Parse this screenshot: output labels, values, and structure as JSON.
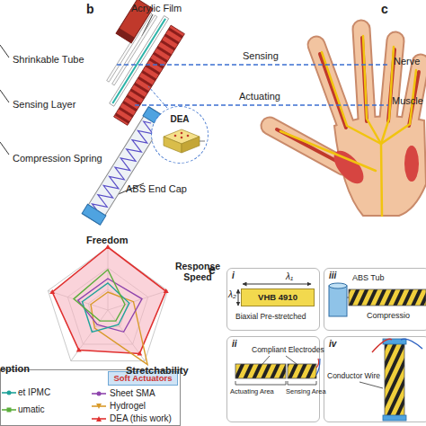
{
  "diagram": {
    "nodes": [
      {
        "text": [
          "DEA"
        ]
      },
      {
        "text": [
          "Soft Actuators"
        ]
      },
      {
        "text": [
          "i"
        ]
      },
      {
        "text": [
          "VHB 4910"
        ],
        "in": 2
      },
      {
        "text": [
          "ii"
        ]
      },
      {
        "text": [
          "iii"
        ]
      },
      {
        "text": [
          "iv"
        ]
      }
    ],
    "labels": [
      "b",
      "Acrylic Film",
      "Shrinkable Tube",
      "Sensing Layer",
      "Compression Spring",
      "ABS End Cap",
      "c",
      "Sensing",
      "Actuating",
      "Nerve",
      "Muscle",
      "Freedom",
      "Response Speed",
      "Stretchability",
      "eption",
      "e",
      "λ₁",
      "λ₂",
      "Biaxial Pre-stretched",
      "Compliant Electrodes",
      "Actuating Area",
      "Sensing Area",
      "ABS Tub",
      "Compressio",
      "Conductor Wire"
    ],
    "legend": [
      {
        "text": "et IPMC"
      },
      {
        "text": "umatic"
      },
      {
        "text": "Sheet SMA"
      },
      {
        "text": "Hydrogel"
      },
      {
        "text": "DEA (this work)"
      }
    ]
  }
}
